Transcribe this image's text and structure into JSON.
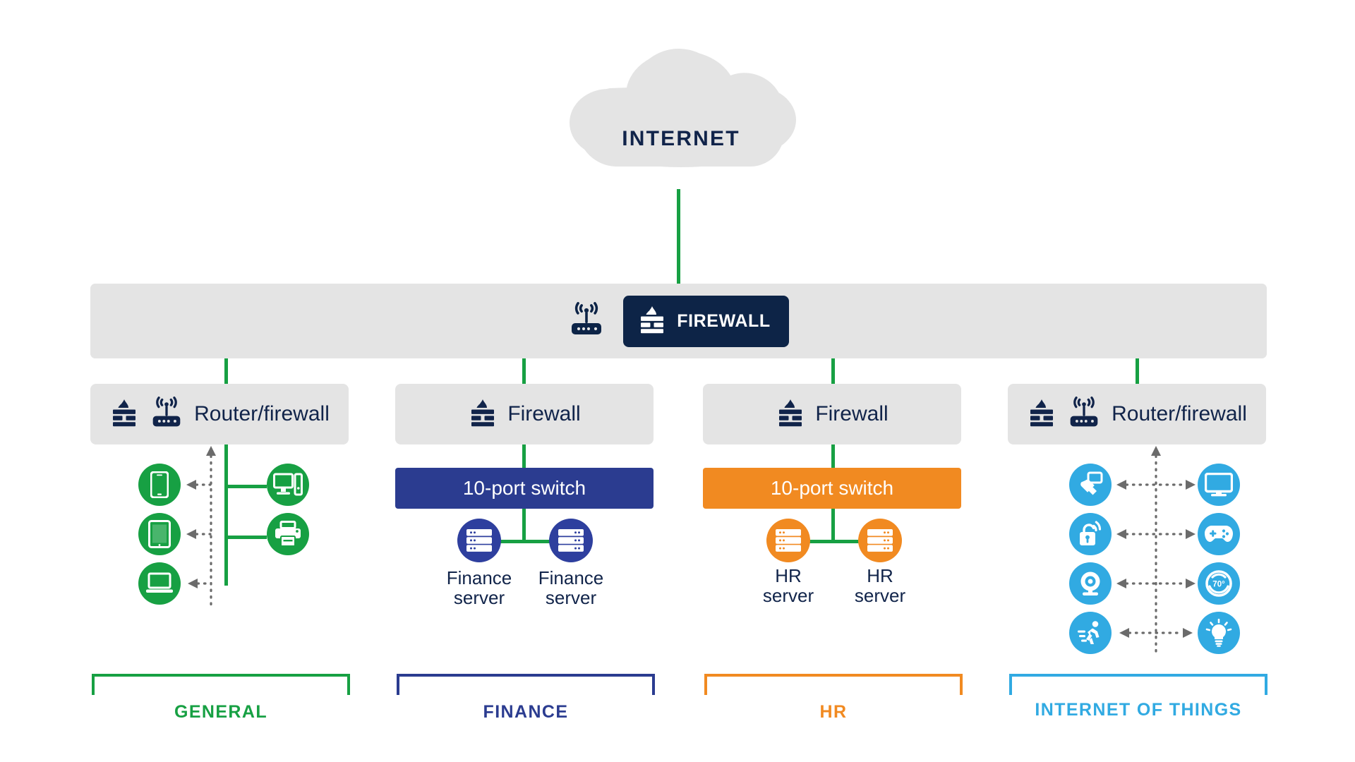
{
  "diagram": {
    "title": "Segmented network diagram",
    "colors": {
      "green": "#17a043",
      "navy": "#11244a",
      "badge_navy": "#0d2447",
      "gray_box": "#e4e4e4",
      "finance_blue": "#2b3c90",
      "finance_circle_blue": "#2e3f9e",
      "hr_orange": "#f18a21",
      "iot_blue": "#31aae2",
      "arrow_gray": "#6b6b6b",
      "white": "#ffffff"
    }
  },
  "cloud": {
    "label": "INTERNET",
    "icon": "cloud-icon"
  },
  "perimeter": {
    "router_icon": "wireless-router-icon",
    "badge": {
      "label": "FIREWALL",
      "icon": "firewall-brick-flame-icon"
    }
  },
  "zones": [
    {
      "id": "general",
      "legend": "GENERAL",
      "accent": "#17a043",
      "header": {
        "label": "Router/firewall",
        "icons": [
          "firewall-brick-flame-icon",
          "wireless-router-icon"
        ]
      },
      "switch": null,
      "devices_left": [
        {
          "label": "smartphone",
          "icon": "smartphone-icon"
        },
        {
          "label": "tablet",
          "icon": "tablet-icon"
        },
        {
          "label": "laptop",
          "icon": "laptop-icon"
        }
      ],
      "devices_right": [
        {
          "label": "desktop computer",
          "icon": "desktop-computer-icon"
        },
        {
          "label": "printer",
          "icon": "printer-icon"
        }
      ]
    },
    {
      "id": "finance",
      "legend": "FINANCE",
      "accent": "#2b3c90",
      "header": {
        "label": "Firewall",
        "icons": [
          "firewall-brick-flame-icon"
        ]
      },
      "switch": {
        "label": "10-port switch",
        "color": "#2b3c90"
      },
      "servers": [
        {
          "label": "Finance\nserver",
          "line1": "Finance",
          "line2": "server",
          "icon": "server-rack-icon"
        },
        {
          "label": "Finance\nserver",
          "line1": "Finance",
          "line2": "server",
          "icon": "server-rack-icon"
        }
      ]
    },
    {
      "id": "hr",
      "legend": "HR",
      "accent": "#f18a21",
      "header": {
        "label": "Firewall",
        "icons": [
          "firewall-brick-flame-icon"
        ]
      },
      "switch": {
        "label": "10-port switch",
        "color": "#f18a21"
      },
      "servers": [
        {
          "label": "HR\nserver",
          "line1": "HR",
          "line2": "server",
          "icon": "server-rack-icon"
        },
        {
          "label": "HR\nserver",
          "line1": "HR",
          "line2": "server",
          "icon": "server-rack-icon"
        }
      ]
    },
    {
      "id": "iot",
      "legend": "INTERNET OF THINGS",
      "accent": "#31aae2",
      "header": {
        "label": "Router/firewall",
        "icons": [
          "firewall-brick-flame-icon",
          "wireless-router-icon"
        ]
      },
      "switch": null,
      "devices_left": [
        {
          "label": "smart touch device",
          "icon": "smart-touch-icon"
        },
        {
          "label": "smart lock",
          "icon": "smart-lock-icon"
        },
        {
          "label": "webcam",
          "icon": "webcam-icon"
        },
        {
          "label": "motion sensor",
          "icon": "motion-sensor-icon"
        }
      ],
      "devices_right": [
        {
          "label": "smart tv",
          "icon": "smart-tv-icon"
        },
        {
          "label": "game console controller",
          "icon": "game-controller-icon"
        },
        {
          "label": "smart thermostat",
          "icon": "thermostat-icon",
          "value": "70°"
        },
        {
          "label": "smart light bulb",
          "icon": "light-bulb-icon"
        }
      ]
    }
  ]
}
